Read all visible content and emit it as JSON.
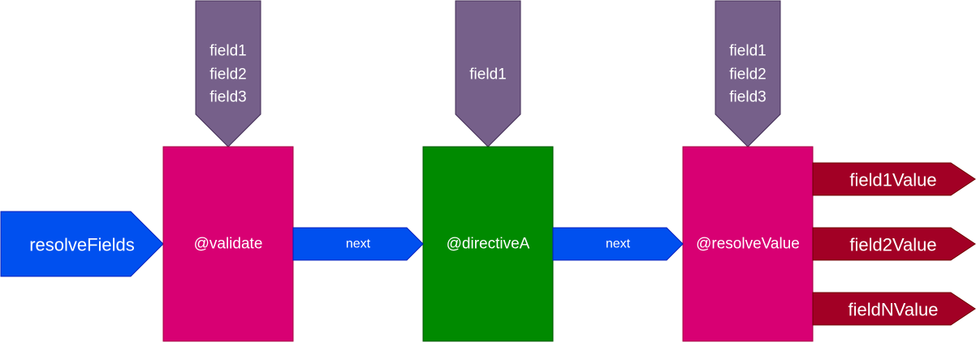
{
  "input": {
    "label": "resolveFields",
    "color": "#0050ef"
  },
  "boxes": [
    {
      "label": "@validate",
      "color": "#d80073",
      "fields": [
        "field1",
        "field2",
        "field3"
      ]
    },
    {
      "label": "@directiveA",
      "color": "#008a00",
      "fields": [
        "field1"
      ]
    },
    {
      "label": "@resolveValue",
      "color": "#d80073",
      "fields": [
        "field1",
        "field2",
        "field3"
      ]
    }
  ],
  "connectors": [
    {
      "label": "next"
    },
    {
      "label": "next"
    }
  ],
  "outputs": [
    {
      "label": "field1Value"
    },
    {
      "label": "field2Value"
    },
    {
      "label": "fieldNValue"
    }
  ],
  "colors": {
    "field_tag": "#76608a",
    "connector": "#0050ef",
    "output": "#a20025"
  }
}
